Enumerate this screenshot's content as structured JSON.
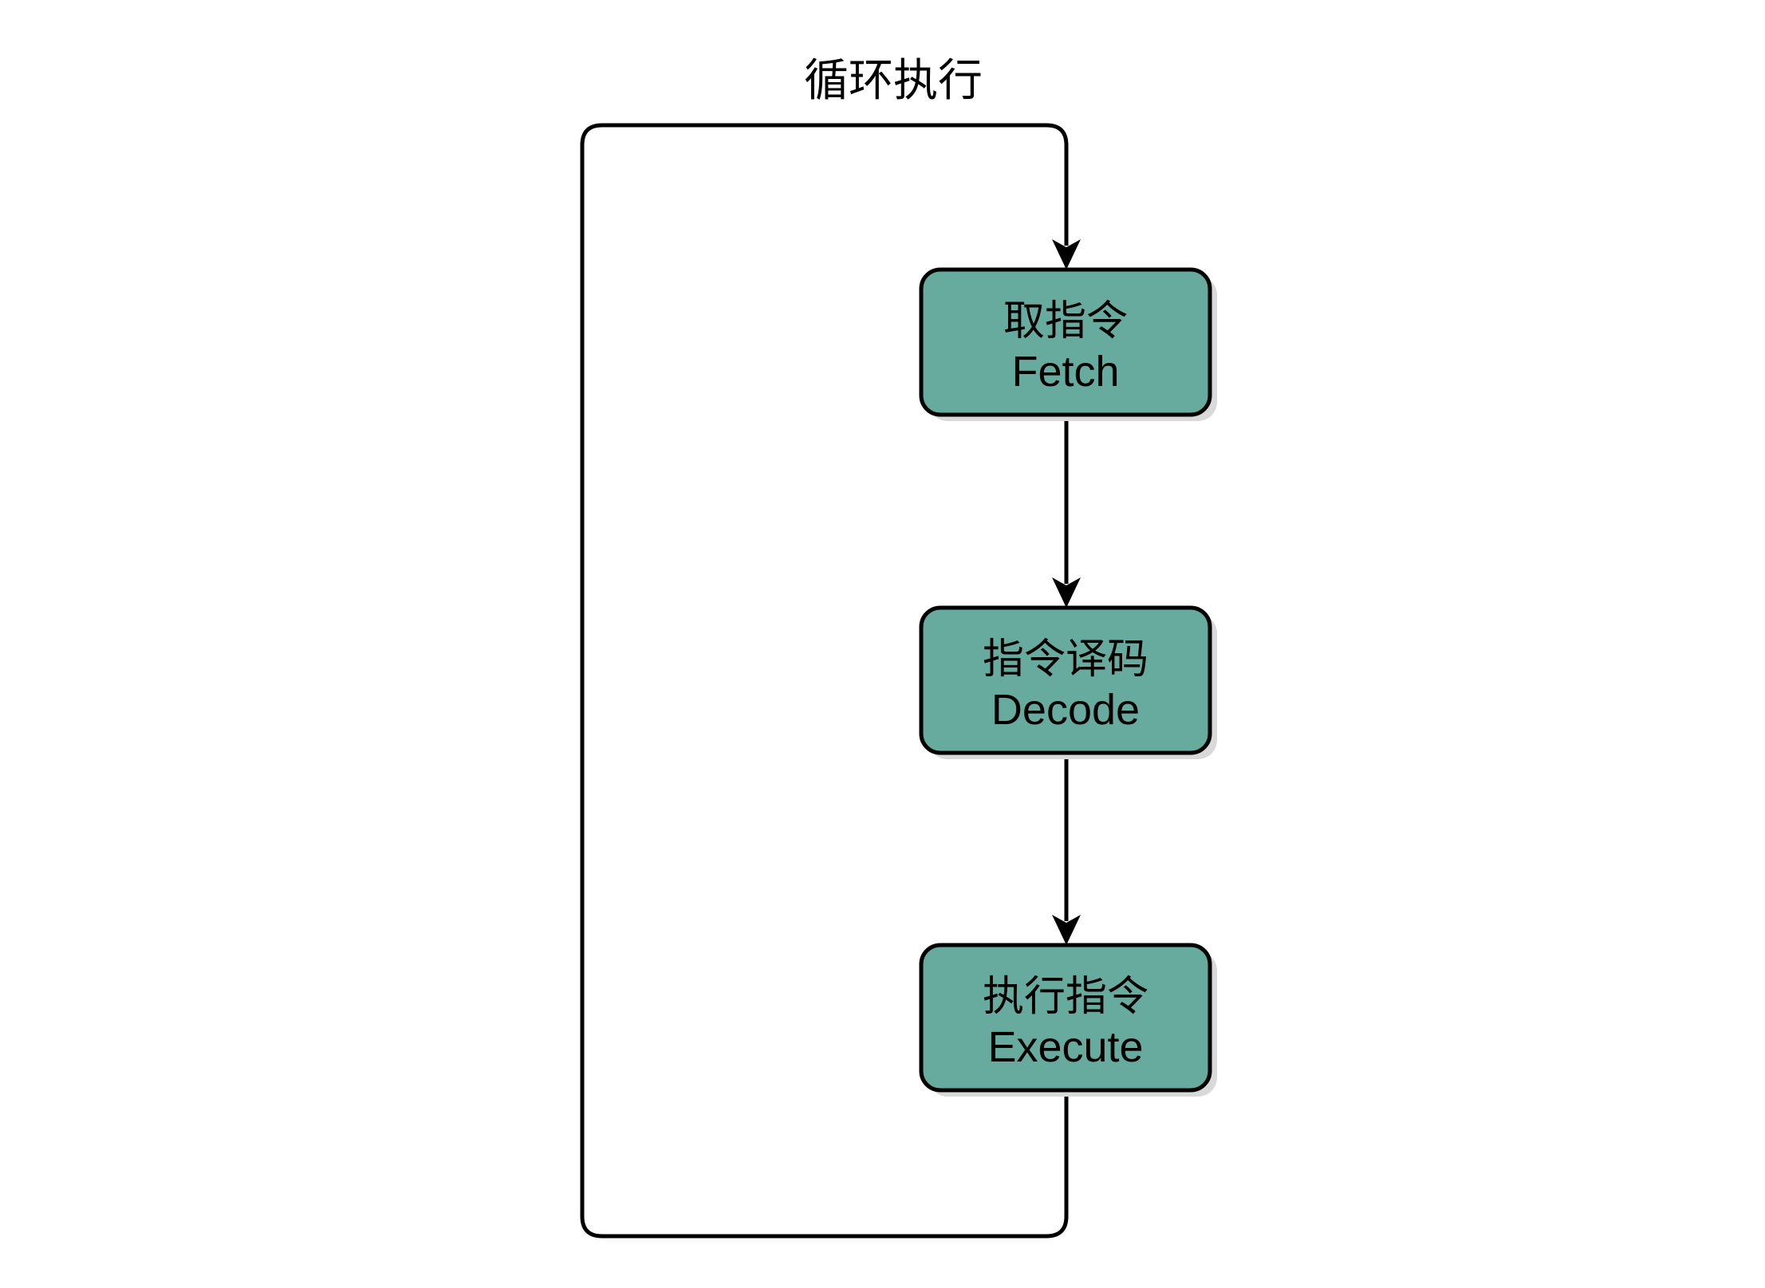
{
  "loop": {
    "label": "循环执行"
  },
  "nodes": [
    {
      "id": "fetch",
      "label_cn": "取指令",
      "label_en": "Fetch"
    },
    {
      "id": "decode",
      "label_cn": "指令译码",
      "label_en": "Decode"
    },
    {
      "id": "execute",
      "label_cn": "执行指令",
      "label_en": "Execute"
    }
  ],
  "edges": [
    {
      "from": "fetch",
      "to": "decode"
    },
    {
      "from": "decode",
      "to": "execute"
    },
    {
      "from": "execute",
      "to": "fetch"
    }
  ],
  "colors": {
    "node_fill": "#67ab9f",
    "stroke": "#000000",
    "shadow": "#d9d9d9",
    "background": "#ffffff"
  }
}
